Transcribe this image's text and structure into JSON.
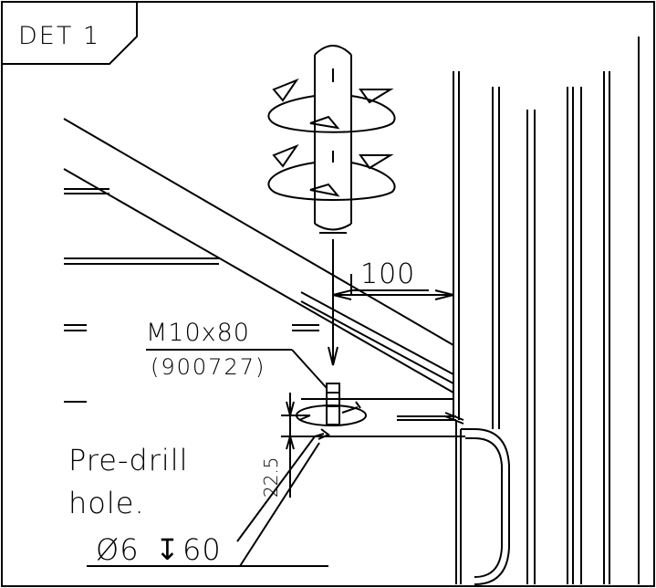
{
  "detail": {
    "label": "DET 1"
  },
  "dimensions": {
    "edge_distance": "100",
    "drill_offset": "22.5"
  },
  "fastener": {
    "size": "M10x80",
    "part_number": "(900727)"
  },
  "note": {
    "line1": "Pre-drill",
    "line2": "hole.",
    "hole_spec": "Ø6",
    "depth_symbol": "↧",
    "depth_value": "60"
  },
  "colors": {
    "line": "#000000",
    "background": "#ffffff"
  }
}
